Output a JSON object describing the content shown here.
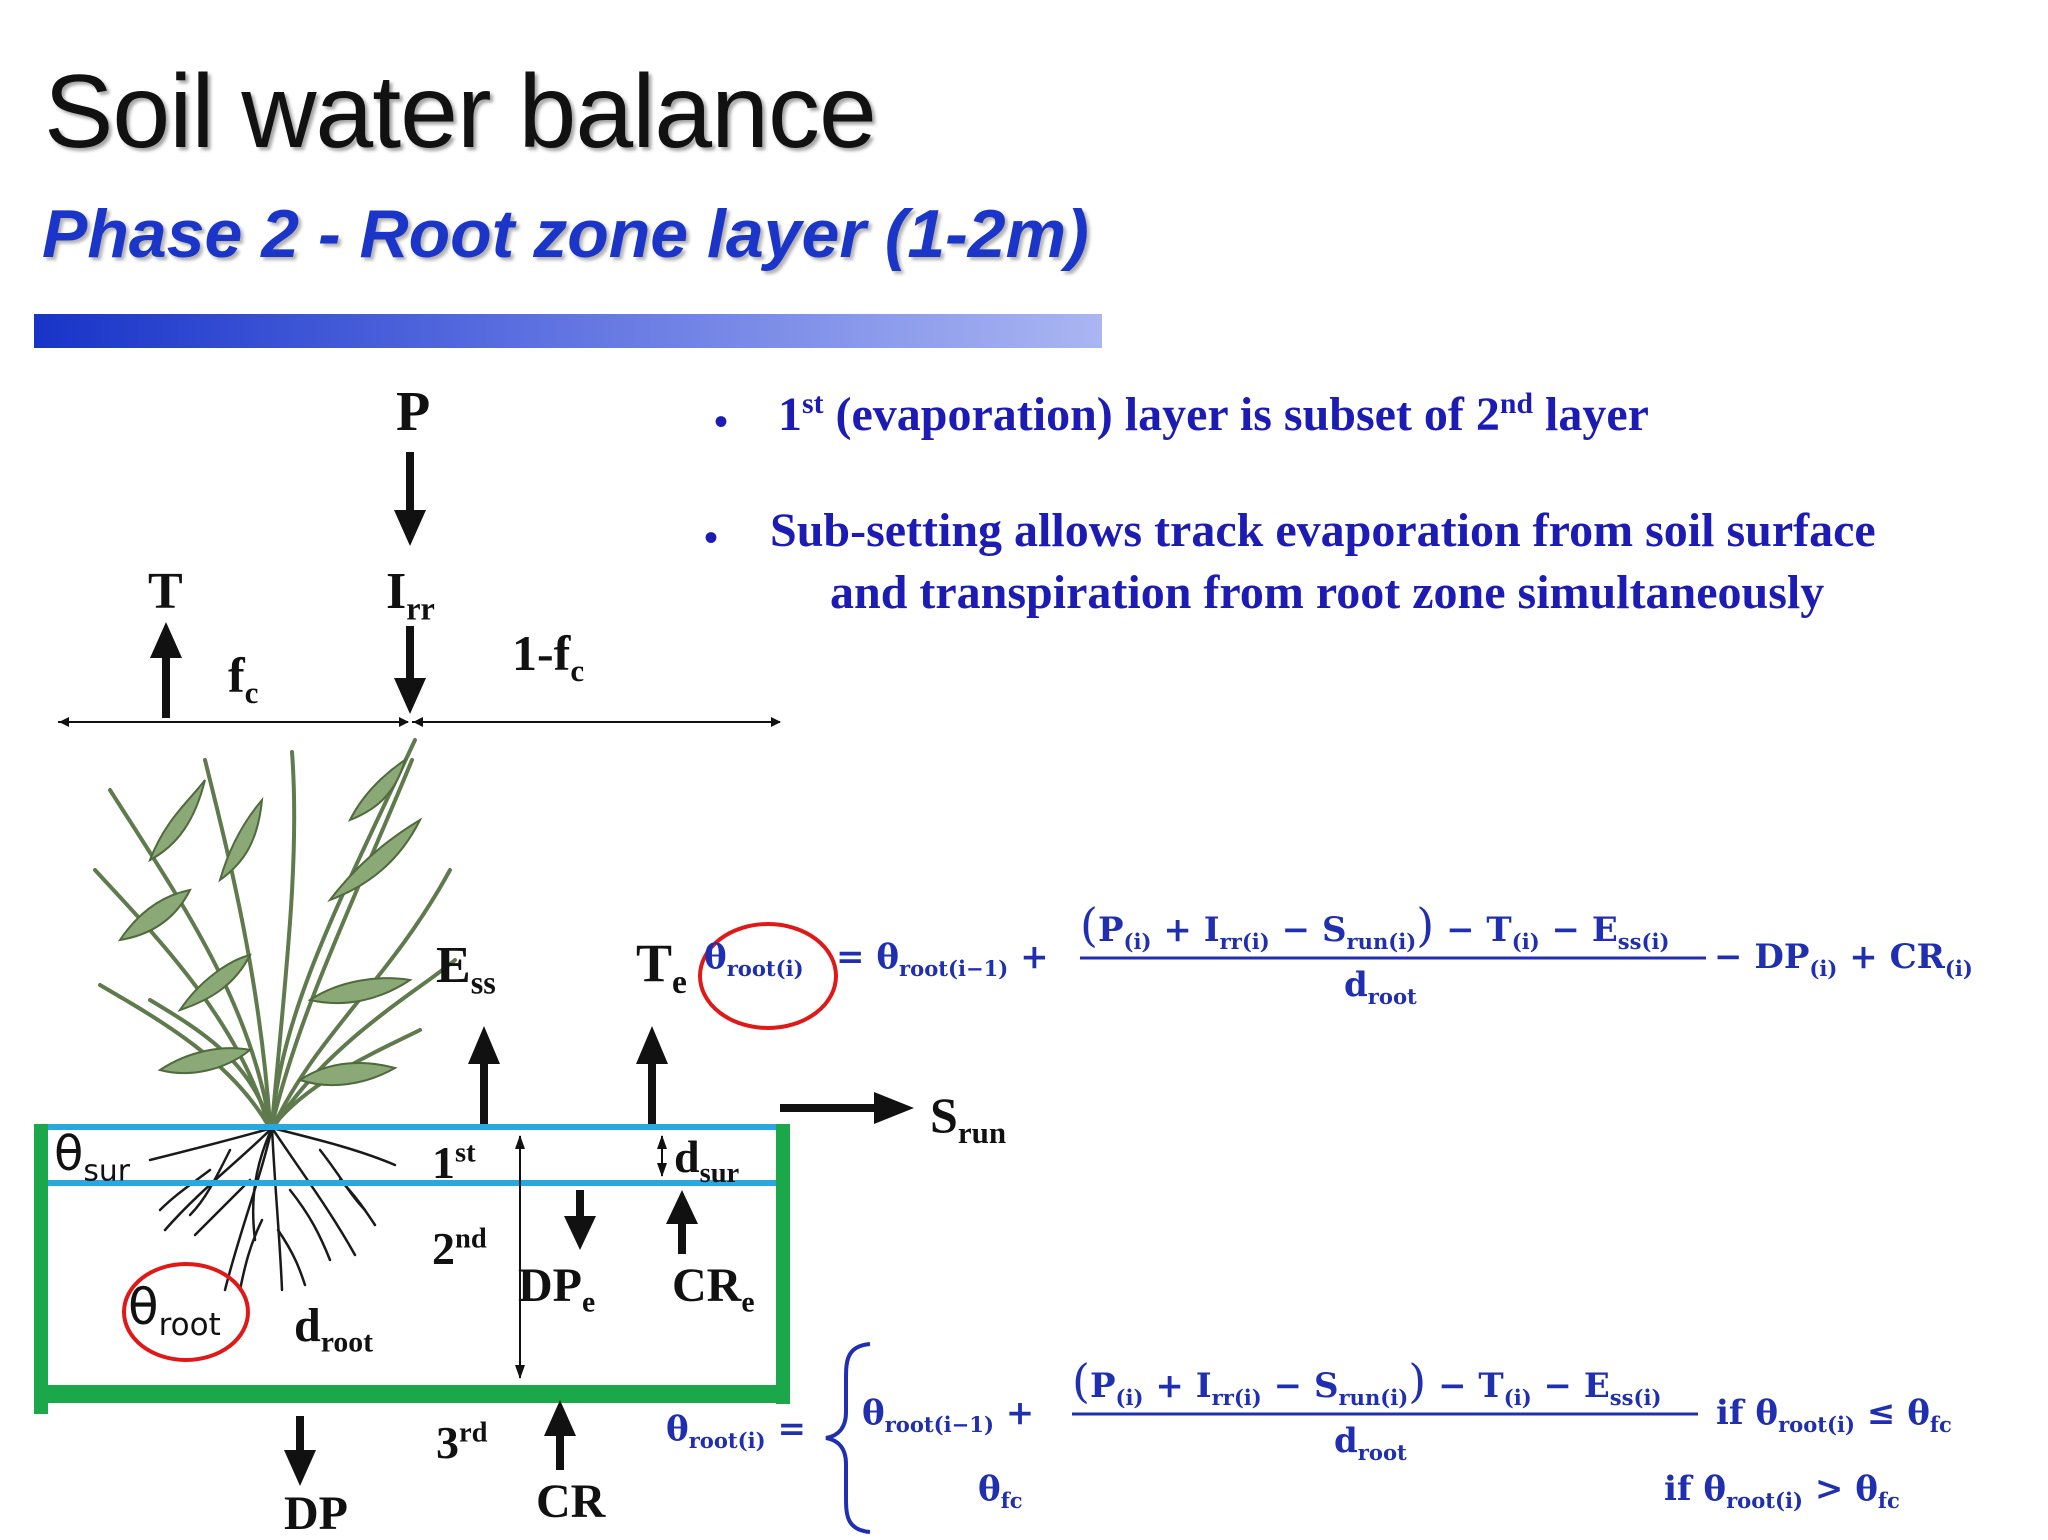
{
  "slide": {
    "title": "Soil water balance",
    "subtitle": "Phase 2 - Root zone layer (1-2m)",
    "bullets": [
      {
        "pre": "1",
        "sup1": "st",
        "mid": " (evaporation) layer is subset of  2",
        "sup2": "nd",
        "post": " layer"
      },
      {
        "line1": "Sub-setting allows track evaporation from soil surface",
        "line2": "and transpiration from root zone simultaneously"
      }
    ],
    "bullet_char": "•"
  },
  "diagram": {
    "P": "P",
    "T": "T",
    "I": "I",
    "rr": "rr",
    "f": "f",
    "c": "c",
    "one_minus": "1-f",
    "E": "E",
    "ss": "ss",
    "Te": "T",
    "e": "e",
    "S": "S",
    "run": "run",
    "theta": "θ",
    "sur": "sur",
    "root": "root",
    "first": "1",
    "st": "st",
    "second": "2",
    "nd": "nd",
    "third": "3",
    "rd": "rd",
    "d": "d",
    "DP": "DP",
    "CR": "CR"
  },
  "colors": {
    "title_text": "#111111",
    "accent_blue": "#1a35c8",
    "bullet_text": "#1c1cb4",
    "equation_text": "#1f2fb0",
    "soil_box": "#1aa84a",
    "surface_layer": "#29a8e0",
    "highlight_circle": "#e01818"
  },
  "equations": {
    "theta": "θ",
    "root_i": "root(i)",
    "root_i1": "root(i−1)",
    "eq": "=",
    "plus": "+",
    "minus": "−",
    "lp": "(",
    "rp": ")",
    "P": "P",
    "I": "I",
    "rr": "rr",
    "S": "S",
    "run": "run",
    "T": "T",
    "E": "E",
    "ss": "ss",
    "idx": "(i)",
    "d": "d",
    "root": "root",
    "DP": "DP",
    "CR": "CR",
    "fc": "fc",
    "if": "if",
    "le": "≤",
    "gt": ">"
  }
}
